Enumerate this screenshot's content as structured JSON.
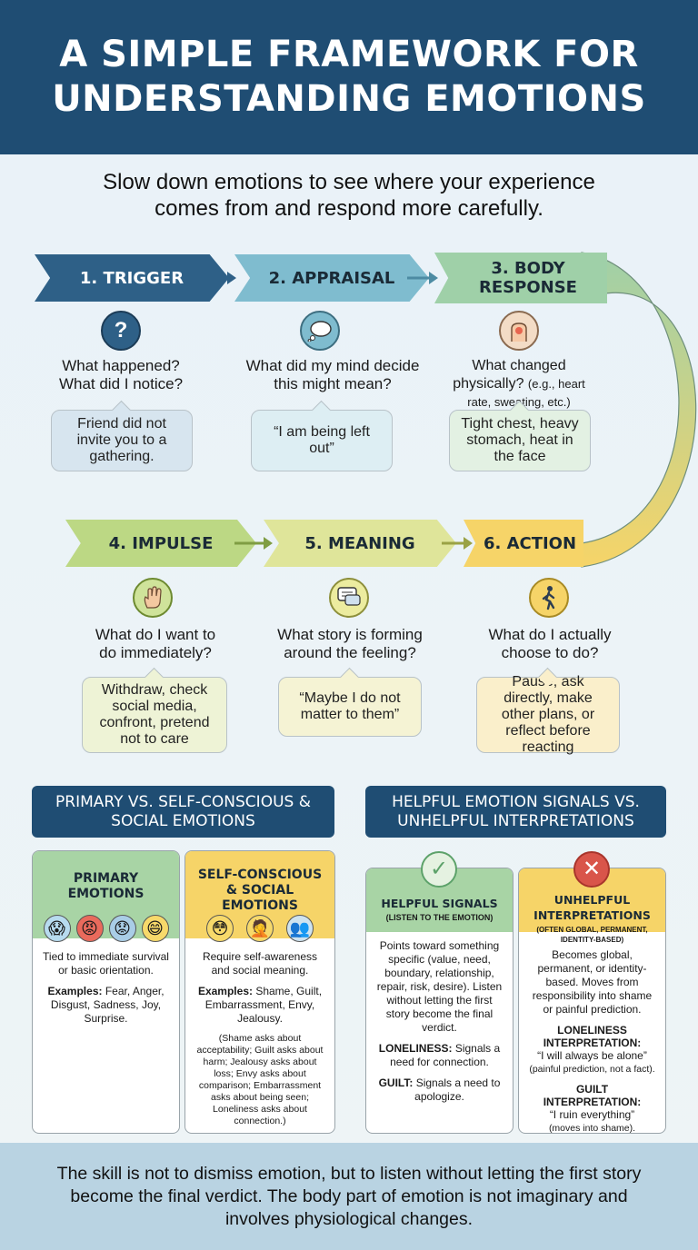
{
  "title": "A SIMPLE FRAMEWORK FOR UNDERSTANDING EMOTIONS",
  "subtitle": "Slow down emotions to see where your experience comes from and respond more carefully.",
  "steps": [
    {
      "label": "1. TRIGGER",
      "question": "What happened? What did I notice?",
      "example": "Friend did not invite you to a gathering.",
      "icon": "question-mark-icon",
      "color": "#2e6087"
    },
    {
      "label": "2. APPRAISAL",
      "question": "What did my mind decide this might mean?",
      "example": "“I am being left out”",
      "icon": "thought-bubble-icon",
      "color": "#7fbccf"
    },
    {
      "label": "3. BODY RESPONSE",
      "question": "What changed physically?",
      "question_note": "(e.g., heart rate, sweating, etc.)",
      "example": "Tight chest, heavy stomach, heat in the face",
      "icon": "body-torso-icon",
      "color": "#9fd0a8"
    },
    {
      "label": "4. IMPULSE",
      "question": "What do I want to do immediately?",
      "example": "Withdraw, check social media, confront, pretend not to care",
      "icon": "hand-icon",
      "color": "#bcd884"
    },
    {
      "label": "5. MEANING",
      "question": "What story is forming around the feeling?",
      "example": "“Maybe I do not matter to them”",
      "icon": "speech-bubble-icon",
      "color": "#dfe59a"
    },
    {
      "label": "6. ACTION",
      "question": "What do I actually choose to do?",
      "example": "Pause, ask directly, make other plans, or reflect before reacting",
      "icon": "walking-person-icon",
      "color": "#f6d468"
    }
  ],
  "left_section": {
    "header": "PRIMARY VS. SELF-CONSCIOUS & SOCIAL EMOTIONS",
    "primary": {
      "title": "PRIMARY EMOTIONS",
      "emojis": [
        "😱",
        "😡",
        "😟",
        "😄"
      ],
      "desc": "Tied to immediate survival or basic orientation.",
      "examples_label": "Examples:",
      "examples": "Fear, Anger, Disgust, Sadness, Joy, Surprise."
    },
    "self_conscious": {
      "title": "SELF-CONSCIOUS & SOCIAL EMOTIONS",
      "emojis": [
        "😳",
        "🤦",
        "👥"
      ],
      "desc": "Require self-awareness and social meaning.",
      "examples_label": "Examples:",
      "examples": "Shame, Guilt, Embarrassment, Envy, Jealousy.",
      "note": "(Shame asks about acceptability; Guilt asks about harm; Jealousy asks about loss; Envy asks about comparison; Embarrassment asks about being seen; Loneliness asks about connection.)"
    }
  },
  "right_section": {
    "header": "HELPFUL EMOTION SIGNALS VS. UNHELPFUL INTERPRETATIONS",
    "helpful": {
      "title": "HELPFUL SIGNALS",
      "subtitle": "(LISTEN TO THE EMOTION)",
      "badge": "✓",
      "desc": "Points toward something specific (value, need, boundary, relationship, repair, risk, desire). Listen without letting the first story become the final verdict.",
      "loneliness_label": "LONELINESS:",
      "loneliness": "Signals a need for connection.",
      "guilt_label": "GUILT:",
      "guilt": "Signals a need to apologize."
    },
    "unhelpful": {
      "title": "UNHELPFUL INTERPRETATIONS",
      "subtitle": "(OFTEN GLOBAL, PERMANENT, IDENTITY-BASED)",
      "badge": "✕",
      "desc": "Becomes global, permanent, or identity-based. Moves from responsibility into shame or painful prediction.",
      "loneliness_label": "LONELINESS INTERPRETATION:",
      "loneliness_quote": "“I will always be alone”",
      "loneliness_note": "(painful prediction, not a fact).",
      "guilt_label": "GUILT INTERPRETATION:",
      "guilt_quote": "“I ruin everything”",
      "guilt_note": "(moves into shame)."
    }
  },
  "footer": "The skill is not to dismiss emotion, but to listen without letting the first story become the final verdict. The body part of emotion is not imaginary and involves physiological changes.",
  "colors": {
    "navy": "#1f4d73",
    "green_header": "#a8d4a5",
    "yellow_header": "#f6d468",
    "check_green": "#5da26a",
    "cross_red": "#d9554a"
  }
}
